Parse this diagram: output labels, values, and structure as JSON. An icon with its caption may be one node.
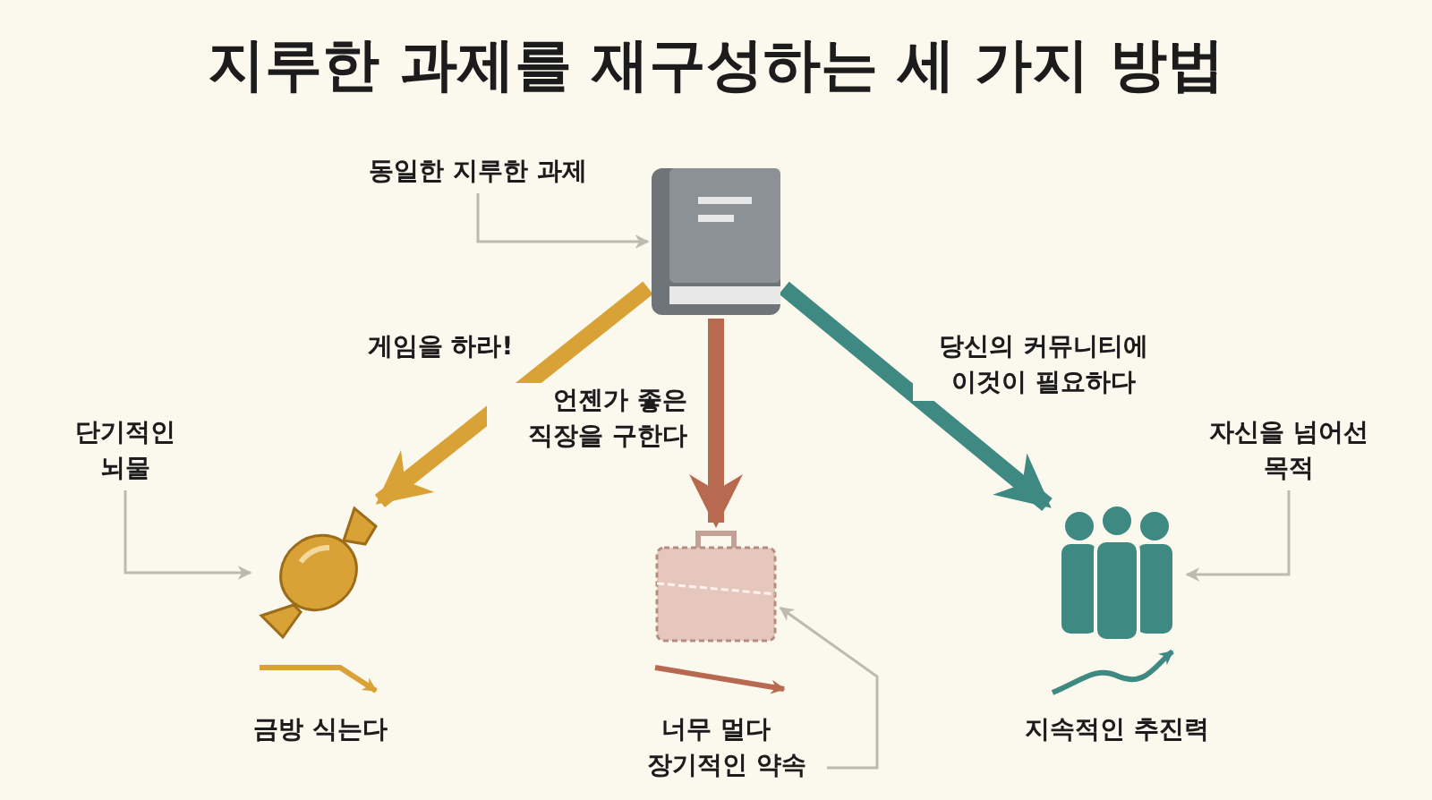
{
  "diagram": {
    "title": "지루한 과제를 재구성하는 세 가지 방법",
    "nodes": [
      {
        "text": [
          "동일한 지루한 과제"
        ]
      },
      {
        "text": [],
        "shape": "book"
      },
      {
        "text": [],
        "shape": "candy"
      },
      {
        "text": [],
        "shape": "briefcase"
      },
      {
        "text": [],
        "shape": "person"
      },
      {
        "text": [
          "단기적인 뇌물"
        ]
      },
      {
        "text": [
          "장기적인 약속"
        ]
      },
      {
        "text": [
          "자신을 넘어선 목적"
        ]
      }
    ],
    "edges": [
      {
        "from": 0,
        "to": 1,
        "arrow": "to"
      },
      {
        "from": 1,
        "to": 2,
        "arrow": "to",
        "label": "게임을 하라!",
        "style": "thick",
        "color": "#d9a236"
      },
      {
        "from": 1,
        "to": 3,
        "arrow": "to",
        "label": "언젠가 좋은 직장을 구한다",
        "style": "thick",
        "color": "#b86a50"
      },
      {
        "from": 1,
        "to": 4,
        "arrow": "to",
        "label": "당신의 커뮤니티에 이것이 필요하다",
        "style": "thick",
        "color": "#3e8a82"
      },
      {
        "from": 5,
        "to": 2,
        "arrow": "to"
      },
      {
        "from": 6,
        "to": 3,
        "arrow": "to"
      },
      {
        "from": 7,
        "to": 4,
        "arrow": "to"
      }
    ],
    "labels": [
      "금방 식는다",
      "너무 멀다",
      "지속적인 추진력"
    ]
  }
}
